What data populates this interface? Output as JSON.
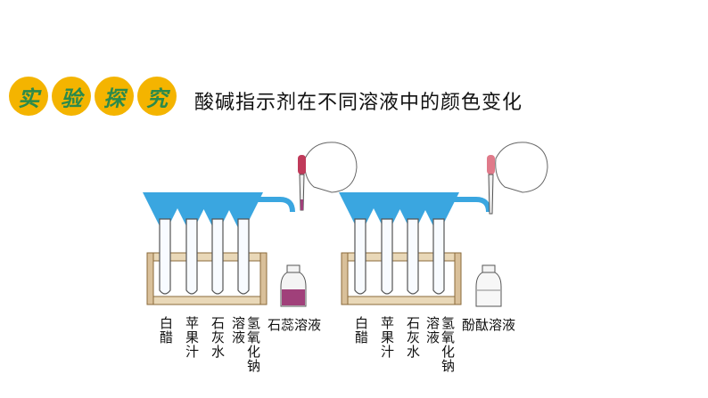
{
  "badges": [
    "实",
    "验",
    "探",
    "究"
  ],
  "title": "酸碱指示剂在不同溶液中的颜色变化",
  "left_group": {
    "labels": [
      "白醋",
      "苹果汁",
      "石灰水",
      "溶液",
      "氢氧化钠"
    ],
    "indicator": "石蕊溶液"
  },
  "right_group": {
    "labels": [
      "白醋",
      "苹果汁",
      "石灰水",
      "溶液",
      "氢氧化钠"
    ],
    "indicator": "酚酞溶液"
  },
  "colors": {
    "badge": "#f4b400",
    "badge_text": "#2b8a4b",
    "arrow": "#3aa6e0",
    "rack": "#b08a5a",
    "litmus": "#a0407a"
  }
}
